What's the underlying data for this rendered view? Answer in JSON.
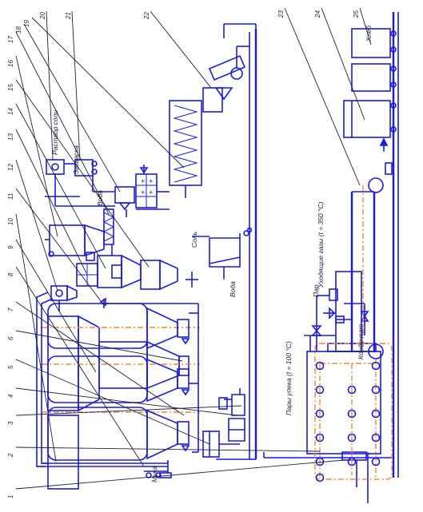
{
  "numbers": [
    "1",
    "2",
    "3",
    "4",
    "5",
    "6",
    "7",
    "8",
    "9",
    "10",
    "11",
    "12",
    "13",
    "14",
    "15",
    "16",
    "17",
    "18",
    "19",
    "20",
    "21",
    "22",
    "23",
    "24",
    "25"
  ],
  "labels": {
    "flour": "Мука",
    "salt": "Соль",
    "water_low": "Вода",
    "water_mid": "Вода",
    "salt_solution": "Раствор соли",
    "leaven": "Закваска",
    "bread": "Хлеб",
    "steam": "Пар",
    "condensate": "Конденсат",
    "baking_vapor": "Пары упека (t = 100 °С)",
    "flue_gas": "Уходящие газы (t = 350 °С)"
  },
  "colors": {
    "line": "#1a1ae6",
    "axis": "#f08a24",
    "ink": "#202040"
  }
}
